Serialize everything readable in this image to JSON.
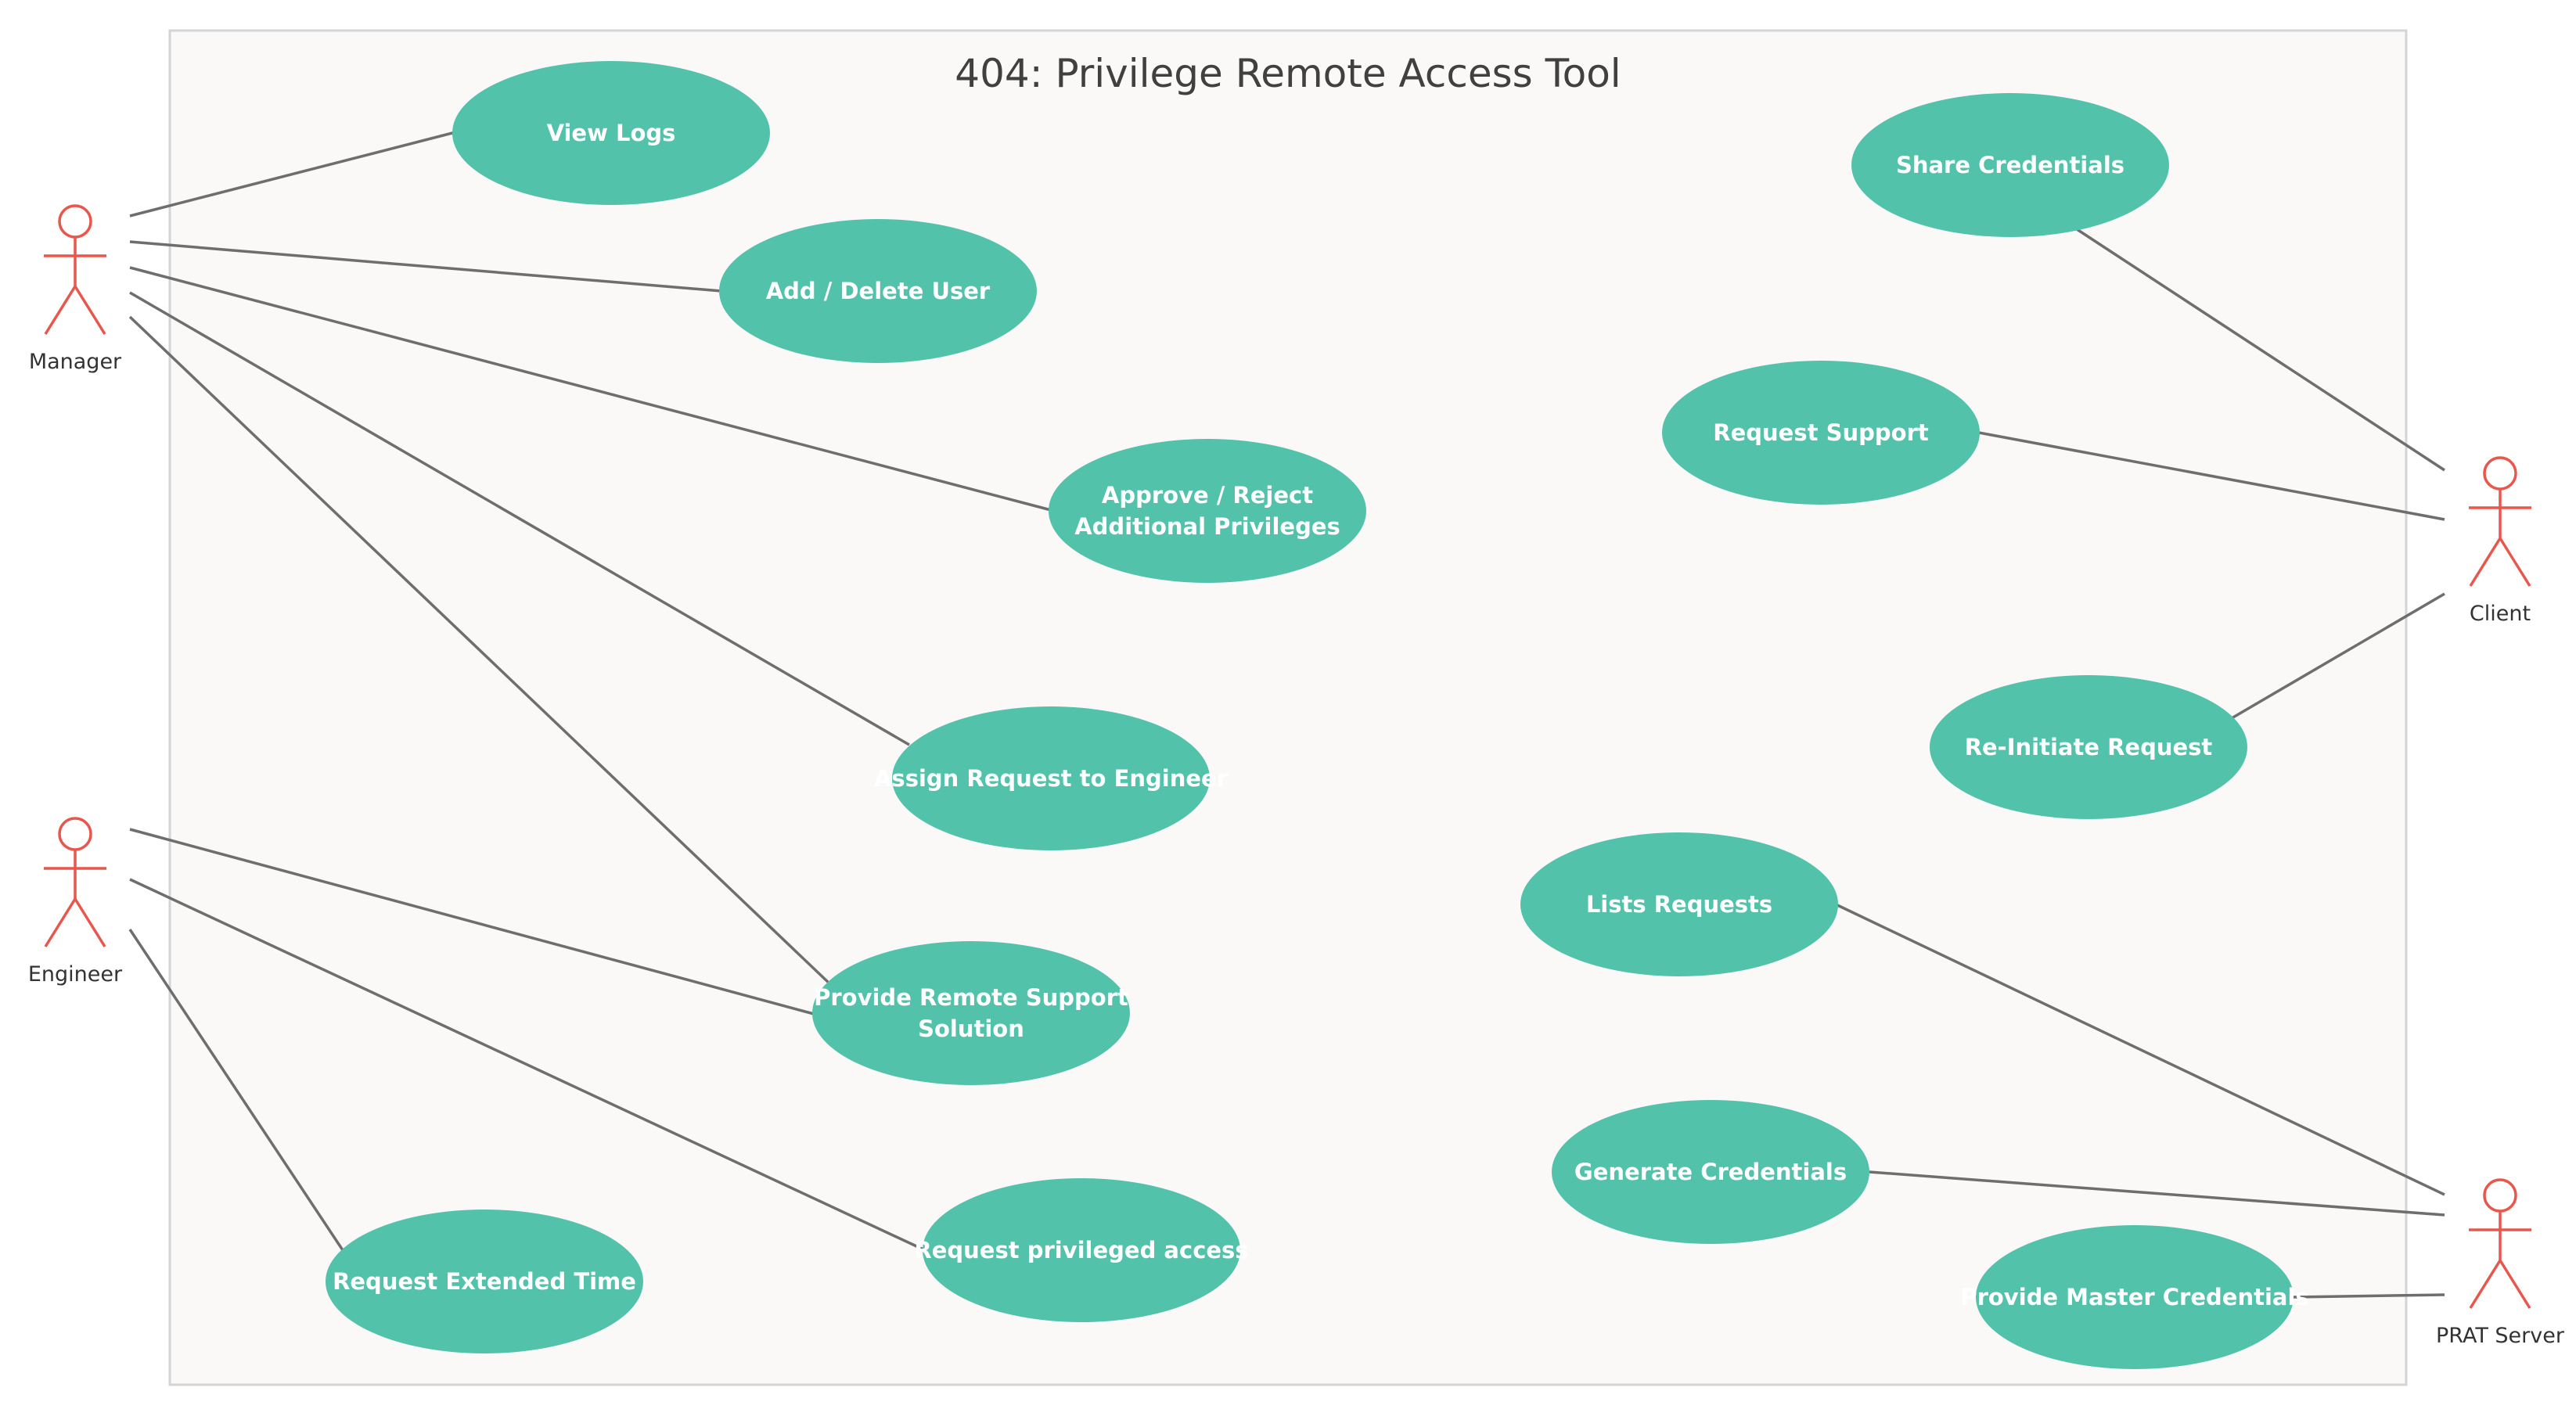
{
  "diagram": {
    "type": "uml-use-case",
    "system_title": "404: Privilege Remote Access Tool",
    "colors": {
      "use_case_fill": "#52c2aa",
      "use_case_text": "#ffffff",
      "actor_stroke": "#e8564c",
      "association_line": "#6e6e6e",
      "boundary_fill": "#faf9f8",
      "boundary_stroke": "#d4d4d4"
    },
    "actors": [
      {
        "id": "manager",
        "label": "Manager"
      },
      {
        "id": "engineer",
        "label": "Engineer"
      },
      {
        "id": "client",
        "label": "Client"
      },
      {
        "id": "prat-server",
        "label": "PRAT Server"
      }
    ],
    "use_cases": [
      {
        "id": "view-logs",
        "lines": [
          "View Logs"
        ]
      },
      {
        "id": "add-delete-user",
        "lines": [
          "Add / Delete User"
        ]
      },
      {
        "id": "approve-reject",
        "lines": [
          "Approve / Reject",
          "Additional Privileges"
        ]
      },
      {
        "id": "assign-request",
        "lines": [
          "Assign Request to Engineer"
        ]
      },
      {
        "id": "provide-remote-support",
        "lines": [
          "Provide Remote Support",
          "Solution"
        ]
      },
      {
        "id": "request-privileged-access",
        "lines": [
          "Request privileged access"
        ]
      },
      {
        "id": "request-extended-time",
        "lines": [
          "Request Extended Time"
        ]
      },
      {
        "id": "share-credentials",
        "lines": [
          "Share Credentials"
        ]
      },
      {
        "id": "request-support",
        "lines": [
          "Request Support"
        ]
      },
      {
        "id": "re-initiate-request",
        "lines": [
          "Re-Initiate Request"
        ]
      },
      {
        "id": "lists-requests",
        "lines": [
          "Lists Requests"
        ]
      },
      {
        "id": "generate-credentials",
        "lines": [
          "Generate Credentials"
        ]
      },
      {
        "id": "provide-master-credentials",
        "lines": [
          "Provide Master Credentials"
        ]
      }
    ],
    "associations": [
      {
        "actor": "manager",
        "use_case": "view-logs"
      },
      {
        "actor": "manager",
        "use_case": "add-delete-user"
      },
      {
        "actor": "manager",
        "use_case": "approve-reject"
      },
      {
        "actor": "manager",
        "use_case": "assign-request"
      },
      {
        "actor": "manager",
        "use_case": "provide-remote-support"
      },
      {
        "actor": "engineer",
        "use_case": "provide-remote-support"
      },
      {
        "actor": "engineer",
        "use_case": "request-privileged-access"
      },
      {
        "actor": "engineer",
        "use_case": "request-extended-time"
      },
      {
        "actor": "client",
        "use_case": "share-credentials"
      },
      {
        "actor": "client",
        "use_case": "request-support"
      },
      {
        "actor": "client",
        "use_case": "re-initiate-request"
      },
      {
        "actor": "prat-server",
        "use_case": "lists-requests"
      },
      {
        "actor": "prat-server",
        "use_case": "generate-credentials"
      },
      {
        "actor": "prat-server",
        "use_case": "provide-master-credentials"
      }
    ]
  }
}
